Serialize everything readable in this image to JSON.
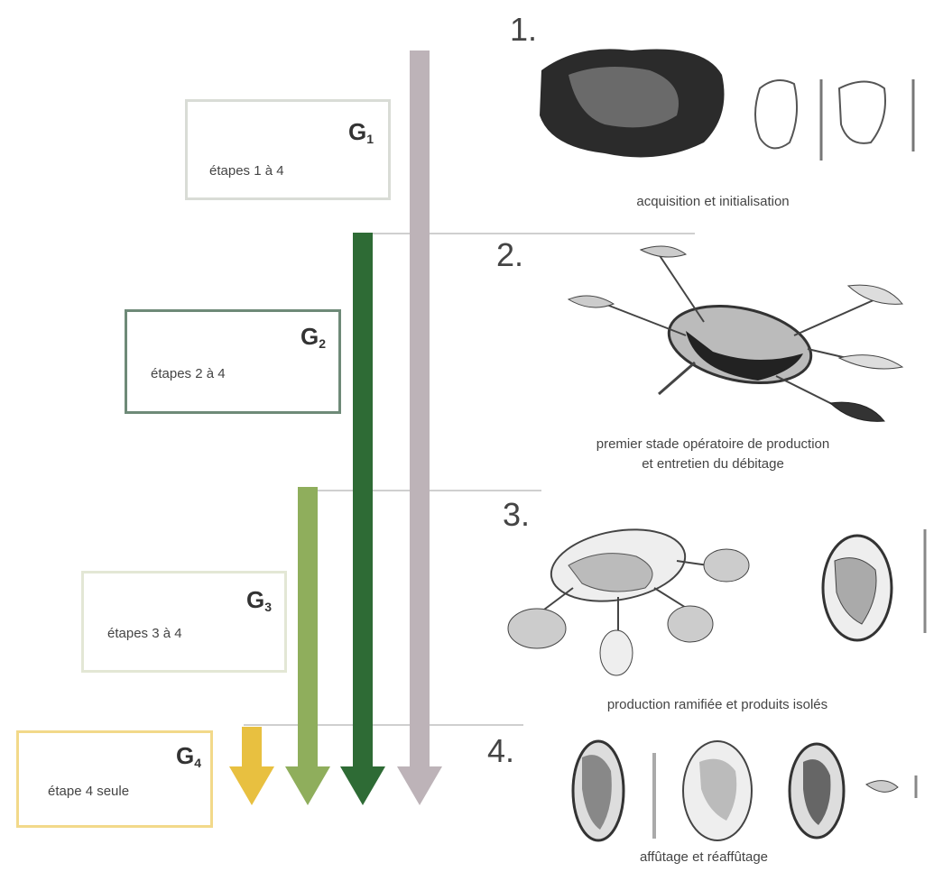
{
  "groups": [
    {
      "id": "g1",
      "letter": "G",
      "sub": "1",
      "text": "étapes 1 à 4",
      "color": "#d9dcd6"
    },
    {
      "id": "g2",
      "letter": "G",
      "sub": "2",
      "text": "étapes 2 à 4",
      "color": "#6e8a78"
    },
    {
      "id": "g3",
      "letter": "G",
      "sub": "3",
      "text": "étapes 3 à 4",
      "color": "#e3e7d5"
    },
    {
      "id": "g4",
      "letter": "G",
      "sub": "4",
      "text": "étape 4 seule",
      "color": "#f2d98a"
    }
  ],
  "arrows": {
    "grey": "#bdb3b8",
    "dark_green": "#2e6b35",
    "light_green": "#8fae5c",
    "yellow": "#e8c040"
  },
  "steps": [
    {
      "num": "1.",
      "caption": "acquisition et initialisation"
    },
    {
      "num": "2.",
      "caption": "premier stade opératoire de production",
      "caption2": "et entretien du débitage"
    },
    {
      "num": "3.",
      "caption": "production ramifiée et produits isolés"
    },
    {
      "num": "4.",
      "caption": "affûtage et réaffûtage"
    }
  ]
}
